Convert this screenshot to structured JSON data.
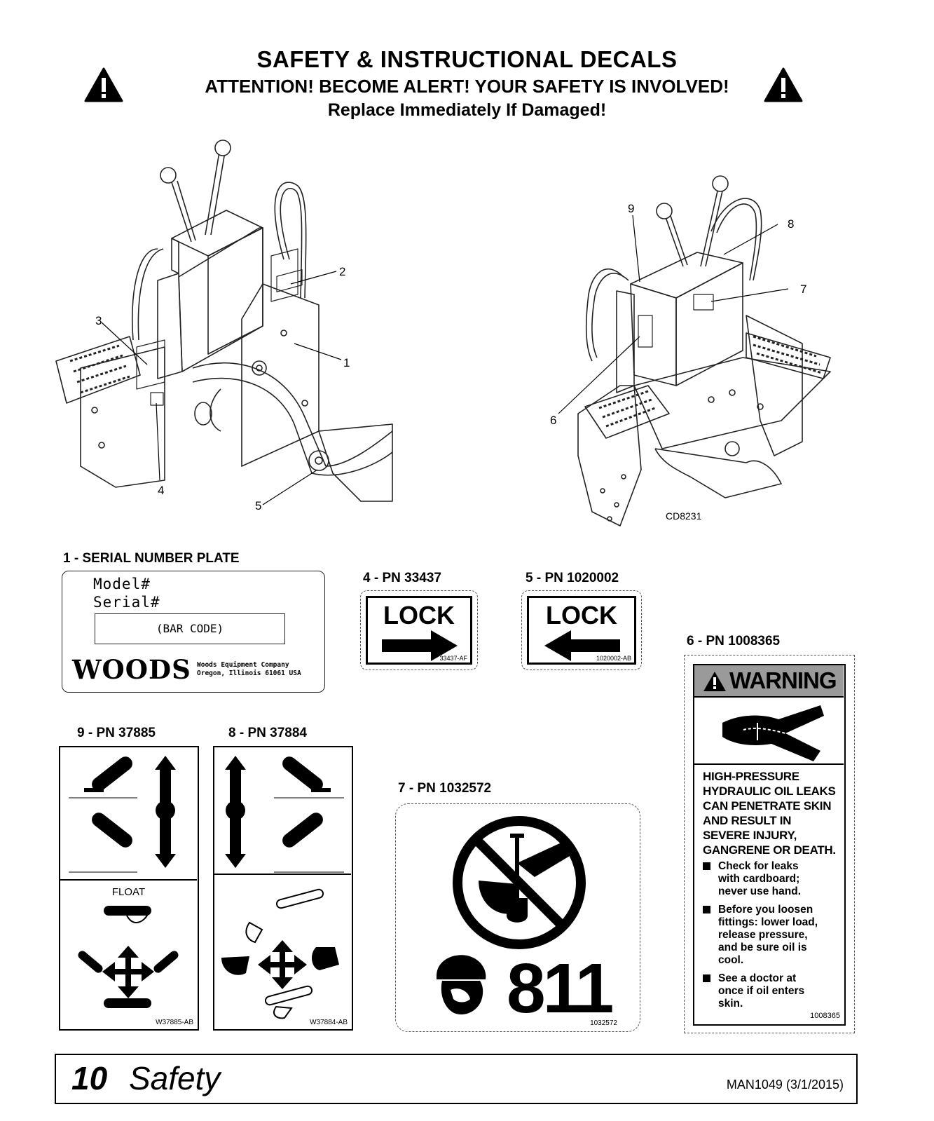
{
  "header": {
    "title": "SAFETY & INSTRUCTIONAL DECALS",
    "subtitle": "ATTENTION! BECOME ALERT! YOUR SAFETY IS INVOLVED!",
    "subtitle2": "Replace Immediately If Damaged!"
  },
  "callouts": {
    "c1": "1",
    "c2": "2",
    "c3": "3",
    "c4": "4",
    "c5": "5",
    "c6": "6",
    "c7": "7",
    "c8": "8",
    "c9": "9",
    "drawing_id": "CD8231"
  },
  "decals": {
    "serial_plate": {
      "label": "1 - SERIAL NUMBER PLATE",
      "model": "Model#",
      "serial": "Serial#",
      "barcode": "(BAR CODE)",
      "brand": "WOODS",
      "company_line1": "Woods Equipment Company",
      "company_line2": "Oregon, Illinois 61061 USA"
    },
    "lock_right": {
      "label": "4 - PN 33437",
      "word": "LOCK",
      "code": "33437-AF"
    },
    "lock_left": {
      "label": "5 - PN 1020002",
      "word": "LOCK",
      "code": "1020002-AB"
    },
    "warning": {
      "label": "6 - PN 1008365",
      "title": "WARNING",
      "lines": [
        "HIGH-PRESSURE",
        "HYDRAULIC OIL LEAKS",
        "CAN PENETRATE SKIN",
        "AND RESULT IN",
        "SEVERE INJURY,",
        "GANGRENE OR DEATH."
      ],
      "bullets": [
        [
          "Check for leaks",
          "with cardboard;",
          "never use hand."
        ],
        [
          "Before you loosen",
          "fittings: lower load,",
          "release pressure,",
          "and be sure oil is",
          "cool."
        ],
        [
          "See a doctor at",
          "once if oil enters",
          "skin."
        ]
      ],
      "code": "1008365"
    },
    "control9": {
      "label": "9 - PN 37885",
      "float": "FLOAT",
      "code": "W37885-AB"
    },
    "control8": {
      "label": "8 - PN 37884",
      "code": "W37884-AB"
    },
    "dig811": {
      "label": "7 - PN 1032572",
      "number": "811",
      "code": "1032572"
    }
  },
  "footer": {
    "page_number": "10",
    "section": "Safety",
    "manual": "MAN1049 (3/1/2015)"
  }
}
